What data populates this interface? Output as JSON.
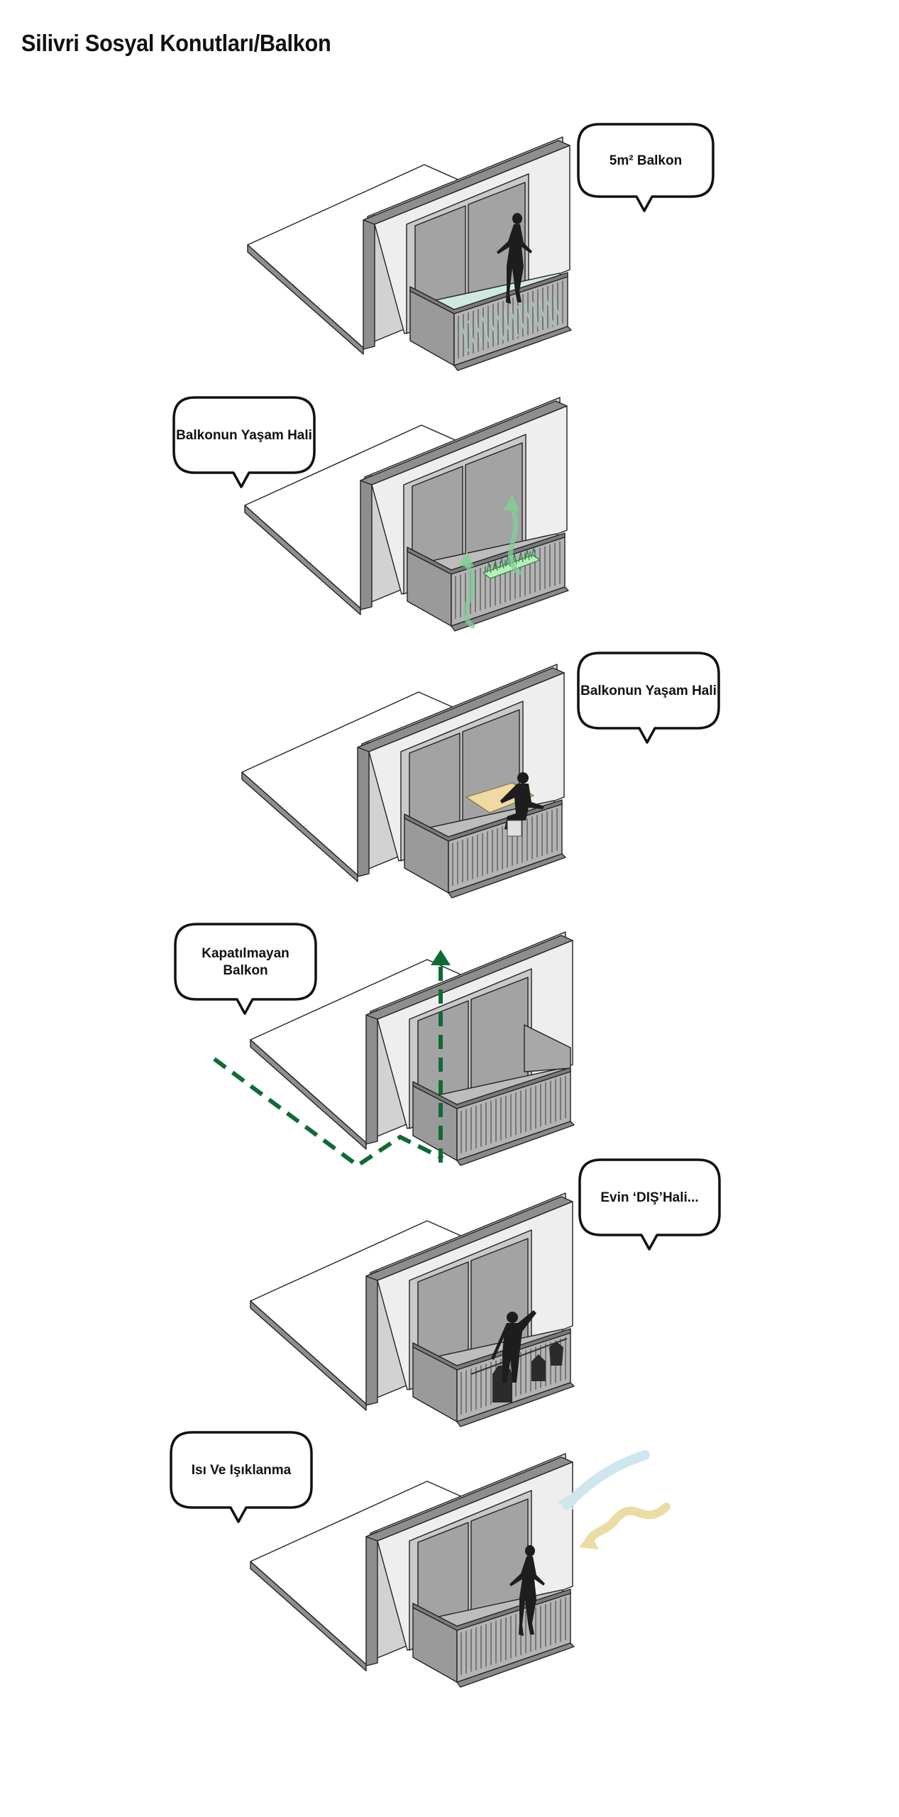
{
  "title": "Silivri Sosyal Konutları/Balkon",
  "colors": {
    "accent_green": "#0f6b36",
    "wall_light": "#eeeeee",
    "wall_mid": "#d2d2d2",
    "wall_dark": "#8e8e8e",
    "door_gray": "#a3a3a3",
    "glass_green": "#cfe9de",
    "table_yellow": "#f1d9a3",
    "wind_blue": "#cfe6ef",
    "sun_yellow": "#eadca3",
    "silhouette": "#1d1d1d",
    "outline": "#222222"
  },
  "diagrams": [
    {
      "id": "area",
      "bubble": {
        "lines": [
          "5m² Balkon"
        ],
        "tail": "bottom"
      },
      "icons": [
        "woman-silhouette-icon",
        "glass-floor-icon"
      ]
    },
    {
      "id": "green",
      "bubble": {
        "lines": [
          "Balkonun Yaşam Hali"
        ],
        "tail": "bottom"
      },
      "icons": [
        "plant-box-icon",
        "airflow-arrow-icon"
      ]
    },
    {
      "id": "living",
      "bubble": {
        "lines": [
          "Balkonun Yaşam Hali"
        ],
        "tail": "bottom"
      },
      "icons": [
        "table-icon",
        "seated-person-icon"
      ]
    },
    {
      "id": "open",
      "bubble": {
        "lines": [
          "Kapatılmayan",
          "Balkon"
        ],
        "tail": "bottom"
      },
      "icons": [
        "dashed-section-line-icon",
        "up-arrow-icon"
      ]
    },
    {
      "id": "outside",
      "bubble": {
        "lines": [
          "Evin ‘DIŞ’Hali..."
        ],
        "tail": "bottom"
      },
      "icons": [
        "laundry-person-icon",
        "clothes-rack-icon"
      ]
    },
    {
      "id": "light",
      "bubble": {
        "lines": [
          "Isı Ve Işıklanma"
        ],
        "tail": "bottom"
      },
      "icons": [
        "wind-icon",
        "sun-ray-icon",
        "standing-person-icon"
      ]
    }
  ]
}
